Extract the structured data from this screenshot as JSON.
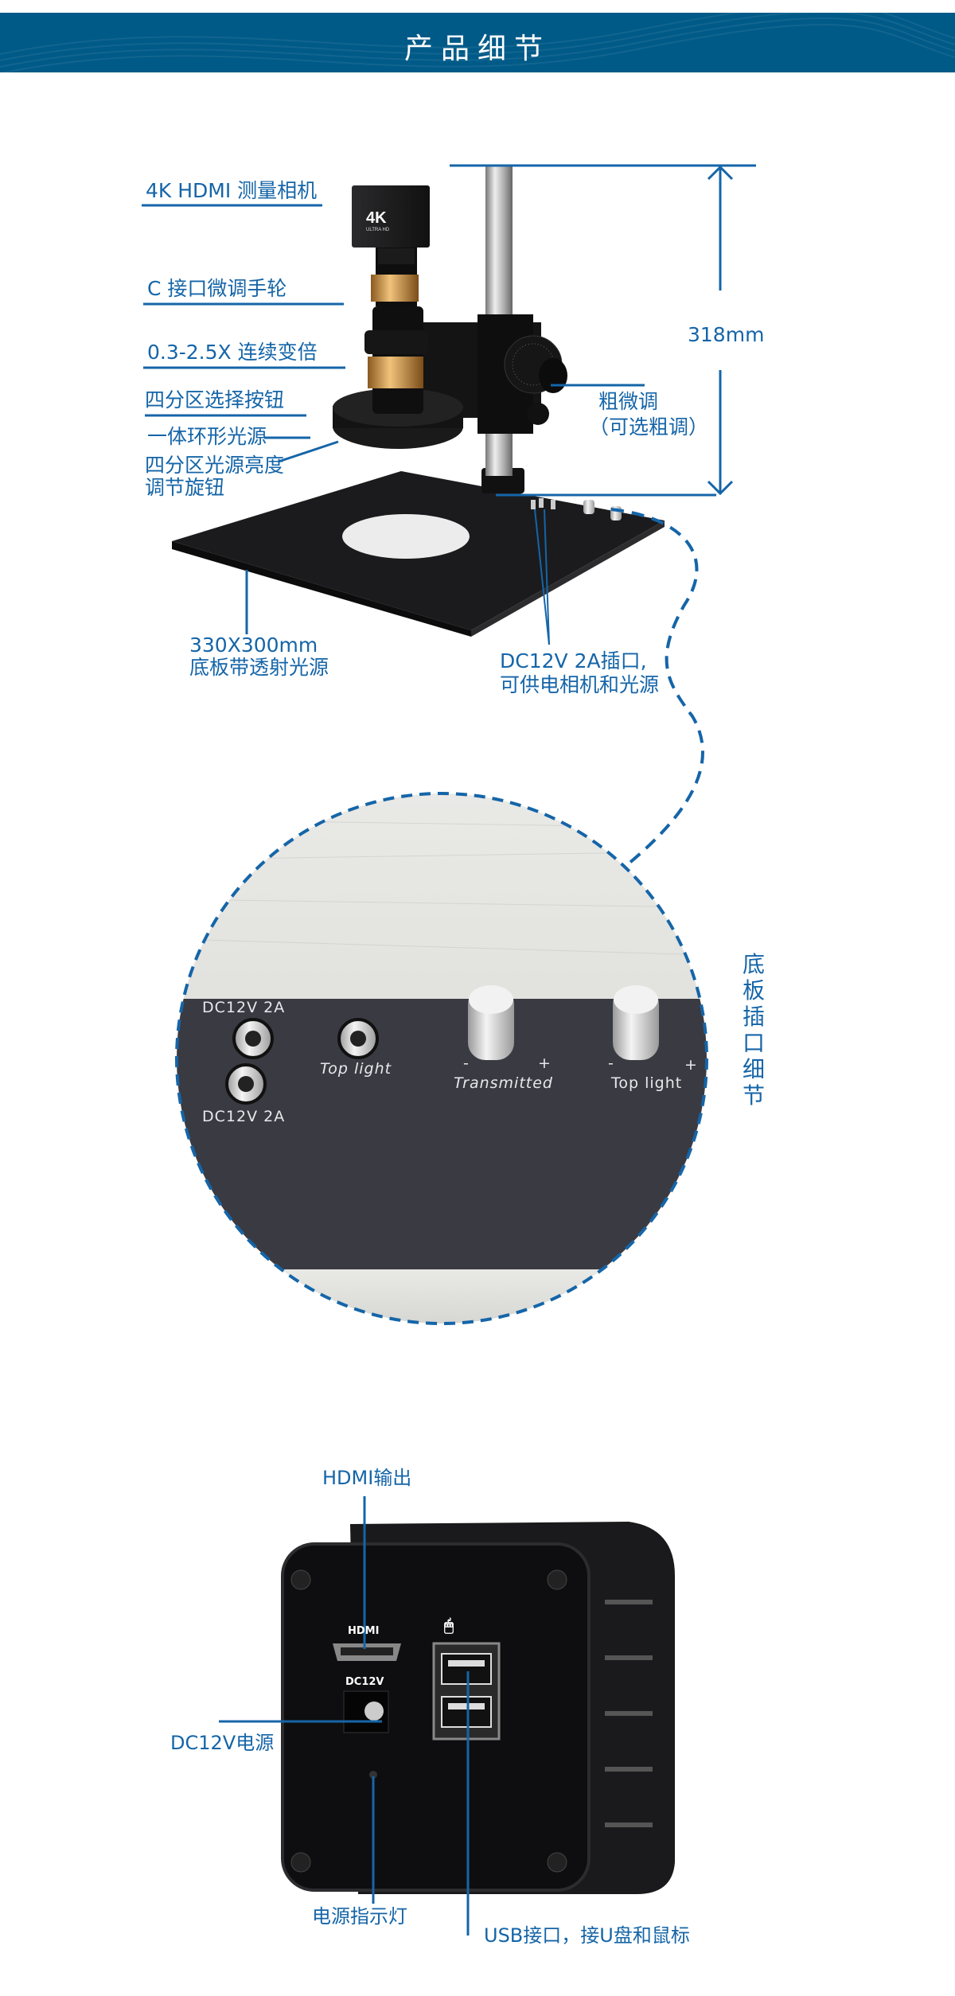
{
  "header": {
    "title": "产品细节"
  },
  "colors": {
    "accent": "#1565a8",
    "header_bg": "#005a87"
  },
  "microscope": {
    "labels": {
      "camera": "4K HDMI 测量相机",
      "c_mount": "C 接口微调手轮",
      "zoom": "0.3-2.5X 连续变倍",
      "quad_button": "四分区选择按钮",
      "ring_light": "一体环形光源",
      "knob_line1": "四分区光源亮度",
      "knob_line2": "调节旋钮",
      "height": "318mm",
      "focus_line1": "粗微调",
      "focus_line2": "（可选粗调）",
      "base_line1": "330X300mm",
      "base_line2": "底板带透射光源",
      "dc_line1": "DC12V 2A插口,",
      "dc_line2": "可供电相机和光源"
    },
    "camera_badge": {
      "big": "4K",
      "small": "ULTRA HD"
    }
  },
  "base_detail": {
    "title": "底板插口细节",
    "ports": {
      "dc_top": "DC12V 2A",
      "dc_bottom": "DC12V 2A",
      "top_light_port": "Top light",
      "transmitted_knob": "Transmitted",
      "top_light_knob": "Top light",
      "minus": "-",
      "plus": "+"
    }
  },
  "camera_detail": {
    "labels": {
      "hdmi": "HDMI输出",
      "power": "DC12V电源",
      "indicator": "电源指示灯",
      "usb": "USB接口，接U盘和鼠标"
    },
    "panel": {
      "hdmi": "HDMI",
      "dc": "DC12V"
    }
  }
}
